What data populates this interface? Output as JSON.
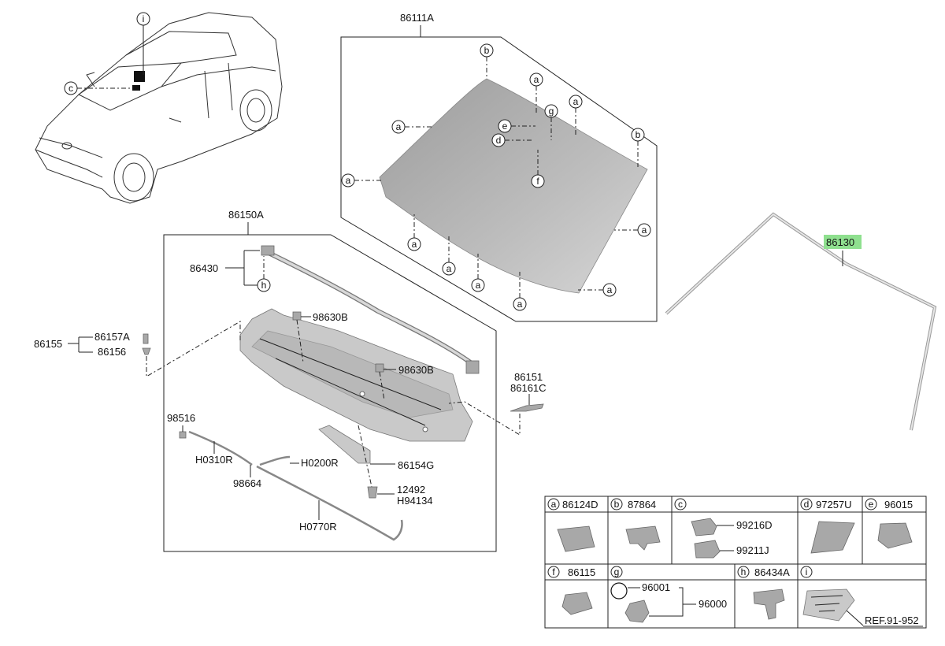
{
  "labels": {
    "windshield": "86111A",
    "cowl_assy": "86150A",
    "molding": "86130",
    "seal": "86430",
    "clip_98630_1": "98630B",
    "clip_98630_2": "98630B",
    "group_86155": "86155",
    "bolt": "86157A",
    "nut": "86156",
    "bracket_1": "86151",
    "bracket_2": "86161C",
    "p98516": "98516",
    "hose_h0310r": "H0310R",
    "hose_h0200r": "H0200R",
    "p98664": "98664",
    "cover": "86154G",
    "screw_1": "12492",
    "screw_2": "H94134",
    "hose_h0770r": "H0770R"
  },
  "callouts": {
    "a": "a",
    "b": "b",
    "c": "c",
    "d": "d",
    "e": "e",
    "f": "f",
    "g": "g",
    "h": "h",
    "i": "i"
  },
  "table": {
    "row1": [
      {
        "key": "a",
        "code": "86124D"
      },
      {
        "key": "b",
        "code": "87864"
      },
      {
        "key": "c",
        "code": "",
        "sub1": "99216D",
        "sub2": "99211J"
      },
      {
        "key": "d",
        "code": "97257U"
      },
      {
        "key": "e",
        "code": "96015"
      }
    ],
    "row2": [
      {
        "key": "f",
        "code": "86115"
      },
      {
        "key": "g",
        "code": "",
        "sub1": "96001",
        "sub2": "96000"
      },
      {
        "key": "h",
        "code": "86434A"
      },
      {
        "key": "i",
        "code": "",
        "ref": "REF.91-952"
      }
    ]
  },
  "colors": {
    "highlight": "#8fe08f"
  }
}
